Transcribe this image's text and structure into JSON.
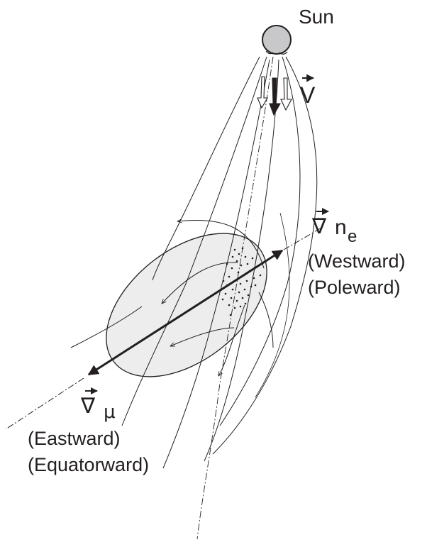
{
  "labels": {
    "sun": "Sun",
    "velocity": "V",
    "grad_ne_symbol": "∇",
    "grad_ne_n": "n",
    "grad_ne_sub": "e",
    "westward": "(Westward)",
    "poleward": "(Poleward)",
    "grad_mu_symbol": "∇",
    "grad_mu_mu": "μ",
    "eastward": "(Eastward)",
    "equatorward": "(Equatorward)"
  },
  "colors": {
    "ink": "#231f20",
    "sun_fill": "#c8c8ca",
    "ellipse_fill": "#ededee"
  }
}
